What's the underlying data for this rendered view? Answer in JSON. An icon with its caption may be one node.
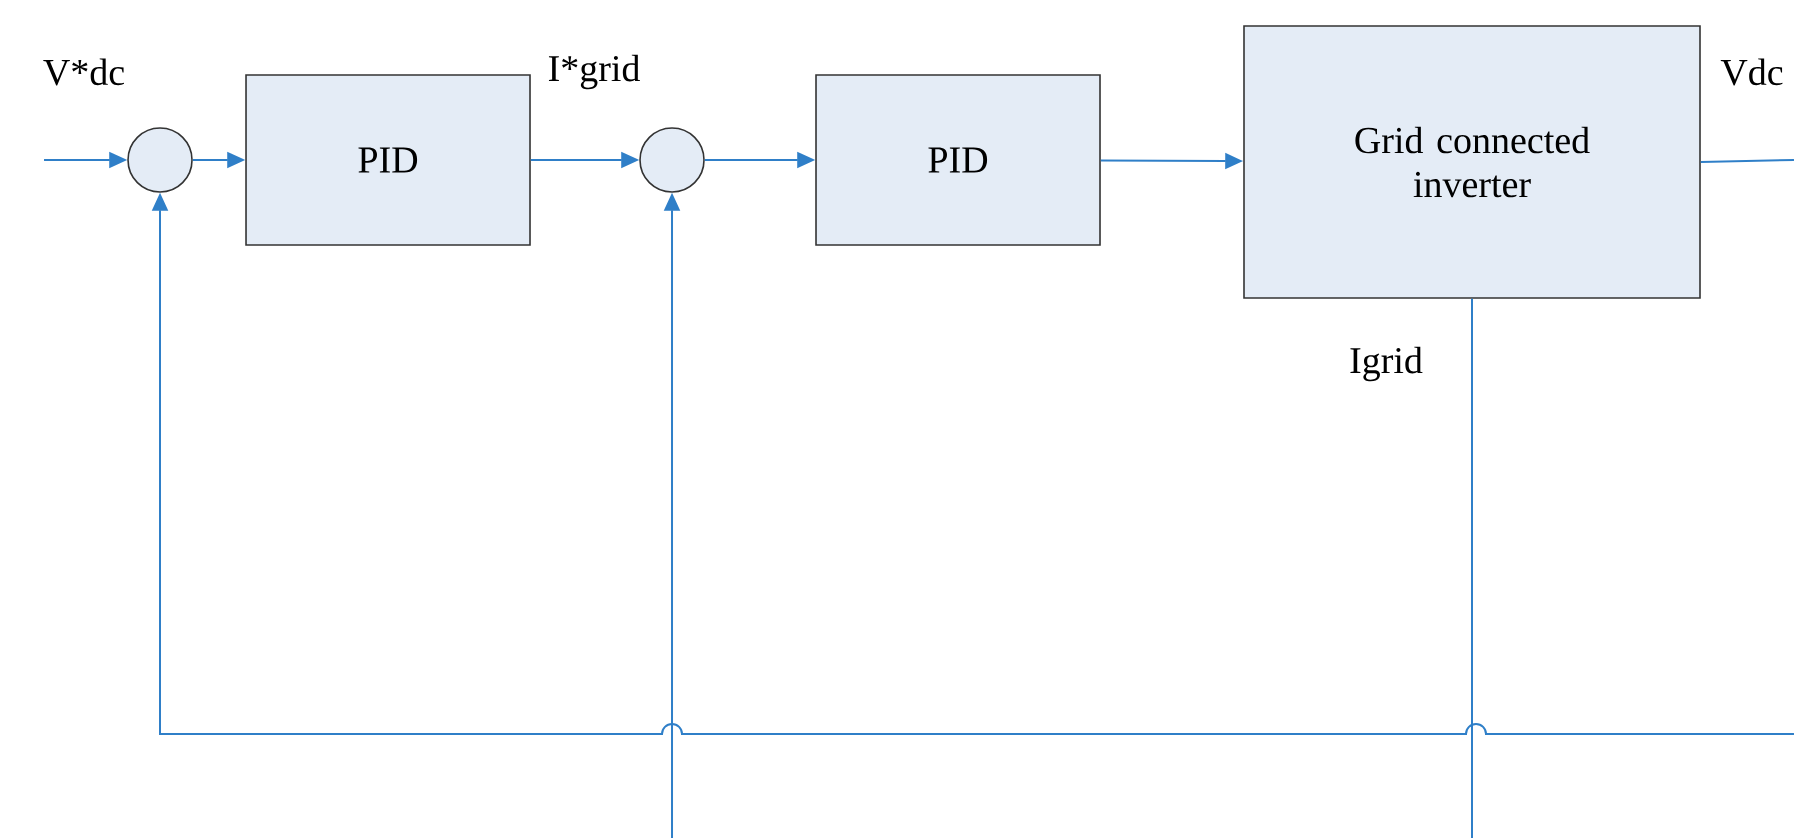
{
  "diagram": {
    "nodes": [
      {
        "text": [],
        "shape": "circle"
      },
      {
        "text": [
          "PID"
        ]
      },
      {
        "text": [],
        "shape": "circle"
      },
      {
        "text": [
          "PID"
        ]
      },
      {
        "text": [
          "Grid connected inverter"
        ]
      }
    ],
    "edges": [
      {
        "from": null,
        "to": 0,
        "arrow": "to"
      },
      {
        "from": 0,
        "to": 1,
        "arrow": "to"
      },
      {
        "from": 1,
        "to": 2,
        "arrow": "to"
      },
      {
        "from": 2,
        "to": 3,
        "arrow": "to"
      },
      {
        "from": 3,
        "to": 4,
        "arrow": "to"
      },
      {
        "from": 4,
        "to": null,
        "arrow": "none"
      },
      {
        "from": null,
        "to": 0,
        "arrow": "to"
      },
      {
        "from": null,
        "to": 2,
        "arrow": "to"
      },
      {
        "from": 4,
        "to": null,
        "arrow": "none"
      }
    ],
    "labels": [
      "V*dc",
      "I*grid",
      "Vdc",
      "Igrid"
    ]
  }
}
